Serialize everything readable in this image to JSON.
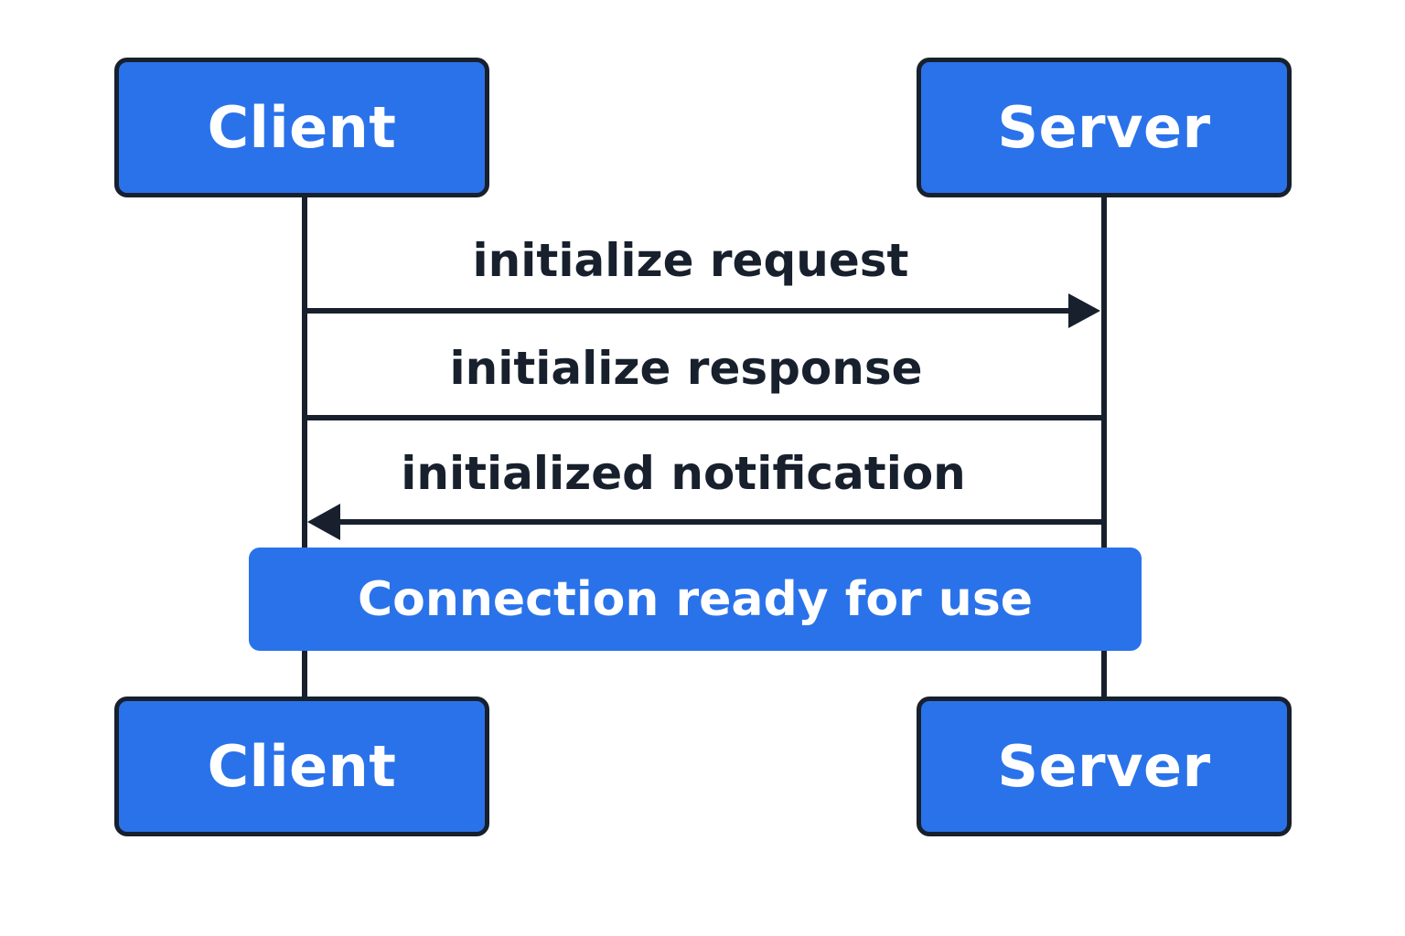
{
  "colors": {
    "box_fill": "#2a72ea",
    "box_border": "#17202c",
    "line": "#17202c",
    "text_dark": "#17202c",
    "text_light": "#ffffff"
  },
  "actors": {
    "top_left": "Client",
    "top_right": "Server",
    "bottom_left": "Client",
    "bottom_right": "Server"
  },
  "messages": [
    {
      "label": "initialize request",
      "from": "Client",
      "to": "Server",
      "arrowhead": "right"
    },
    {
      "label": "initialize response",
      "from": "Server",
      "to": "Client",
      "arrowhead": "none"
    },
    {
      "label": "initialized notification",
      "from": "Server",
      "to": "Client",
      "arrowhead": "left"
    }
  ],
  "status": {
    "label": "Connection ready for use"
  }
}
